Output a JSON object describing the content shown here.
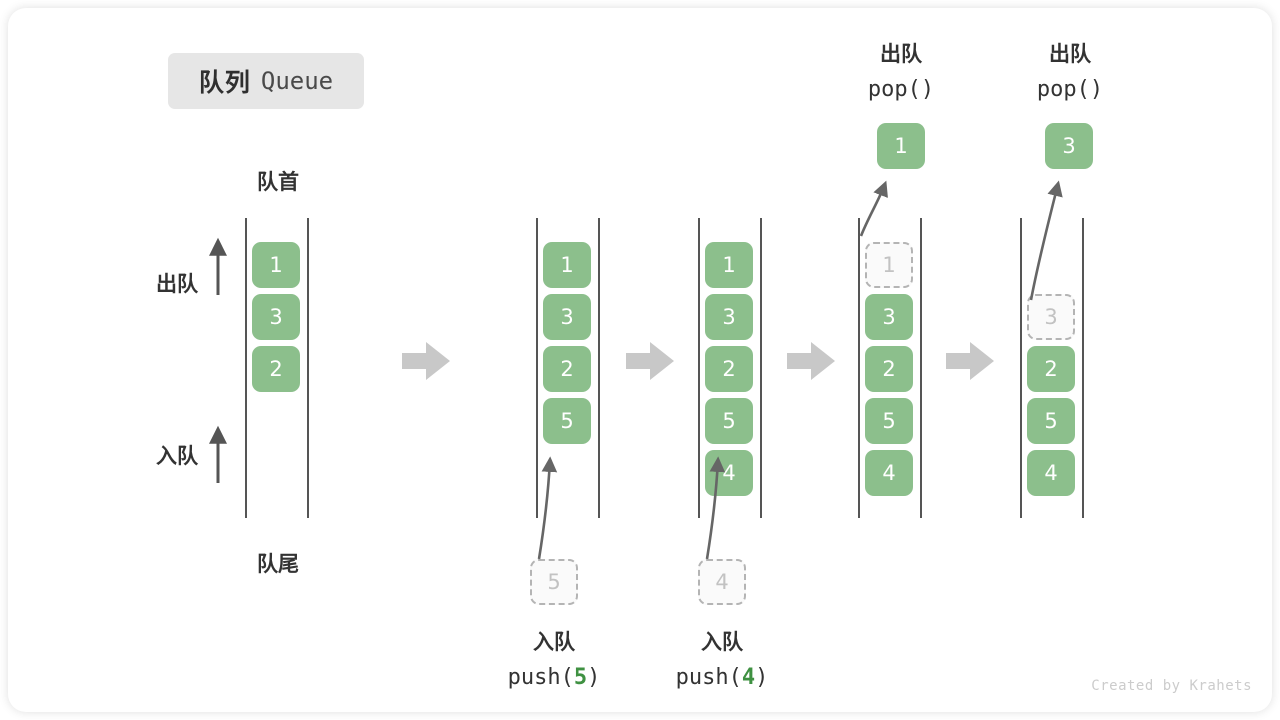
{
  "figure": {
    "title_cn": "队列",
    "title_en": "Queue",
    "watermark": "Created by Krahets",
    "colors": {
      "cell_fill": "#8cbf8c",
      "cell_text": "#ffffff",
      "ghost_fill": "#fafafa",
      "ghost_border": "#b4b4b4",
      "ghost_text": "#c2c2c2",
      "rail": "#555555",
      "step_arrow": "#c8c8c8",
      "accent_number": "#3f9142",
      "badge_bg": "#e6e6e6"
    }
  },
  "labels": {
    "front": "队首",
    "rear": "队尾",
    "dequeue": "出队",
    "enqueue": "入队"
  },
  "steps": [
    {
      "id": "initial",
      "cells": [
        {
          "value": "1",
          "state": "filled"
        },
        {
          "value": "3",
          "state": "filled"
        },
        {
          "value": "2",
          "state": "filled"
        }
      ]
    },
    {
      "id": "push-5",
      "op_cn": "入队",
      "op_code_prefix": "push(",
      "op_code_value": "5",
      "op_code_suffix": ")",
      "incoming": "5",
      "cells": [
        {
          "value": "1",
          "state": "filled"
        },
        {
          "value": "3",
          "state": "filled"
        },
        {
          "value": "2",
          "state": "filled"
        },
        {
          "value": "5",
          "state": "filled"
        }
      ]
    },
    {
      "id": "push-4",
      "op_cn": "入队",
      "op_code_prefix": "push(",
      "op_code_value": "4",
      "op_code_suffix": ")",
      "incoming": "4",
      "cells": [
        {
          "value": "1",
          "state": "filled"
        },
        {
          "value": "3",
          "state": "filled"
        },
        {
          "value": "2",
          "state": "filled"
        },
        {
          "value": "5",
          "state": "filled"
        },
        {
          "value": "4",
          "state": "filled"
        }
      ]
    },
    {
      "id": "pop-1",
      "op_cn": "出队",
      "op_code": "pop()",
      "popped": "1",
      "cells": [
        {
          "value": "1",
          "state": "ghost"
        },
        {
          "value": "3",
          "state": "filled"
        },
        {
          "value": "2",
          "state": "filled"
        },
        {
          "value": "5",
          "state": "filled"
        },
        {
          "value": "4",
          "state": "filled"
        }
      ]
    },
    {
      "id": "pop-3",
      "op_cn": "出队",
      "op_code": "pop()",
      "popped": "3",
      "cells": [
        {
          "value": "",
          "state": "empty"
        },
        {
          "value": "3",
          "state": "ghost"
        },
        {
          "value": "2",
          "state": "filled"
        },
        {
          "value": "5",
          "state": "filled"
        },
        {
          "value": "4",
          "state": "filled"
        }
      ]
    }
  ]
}
